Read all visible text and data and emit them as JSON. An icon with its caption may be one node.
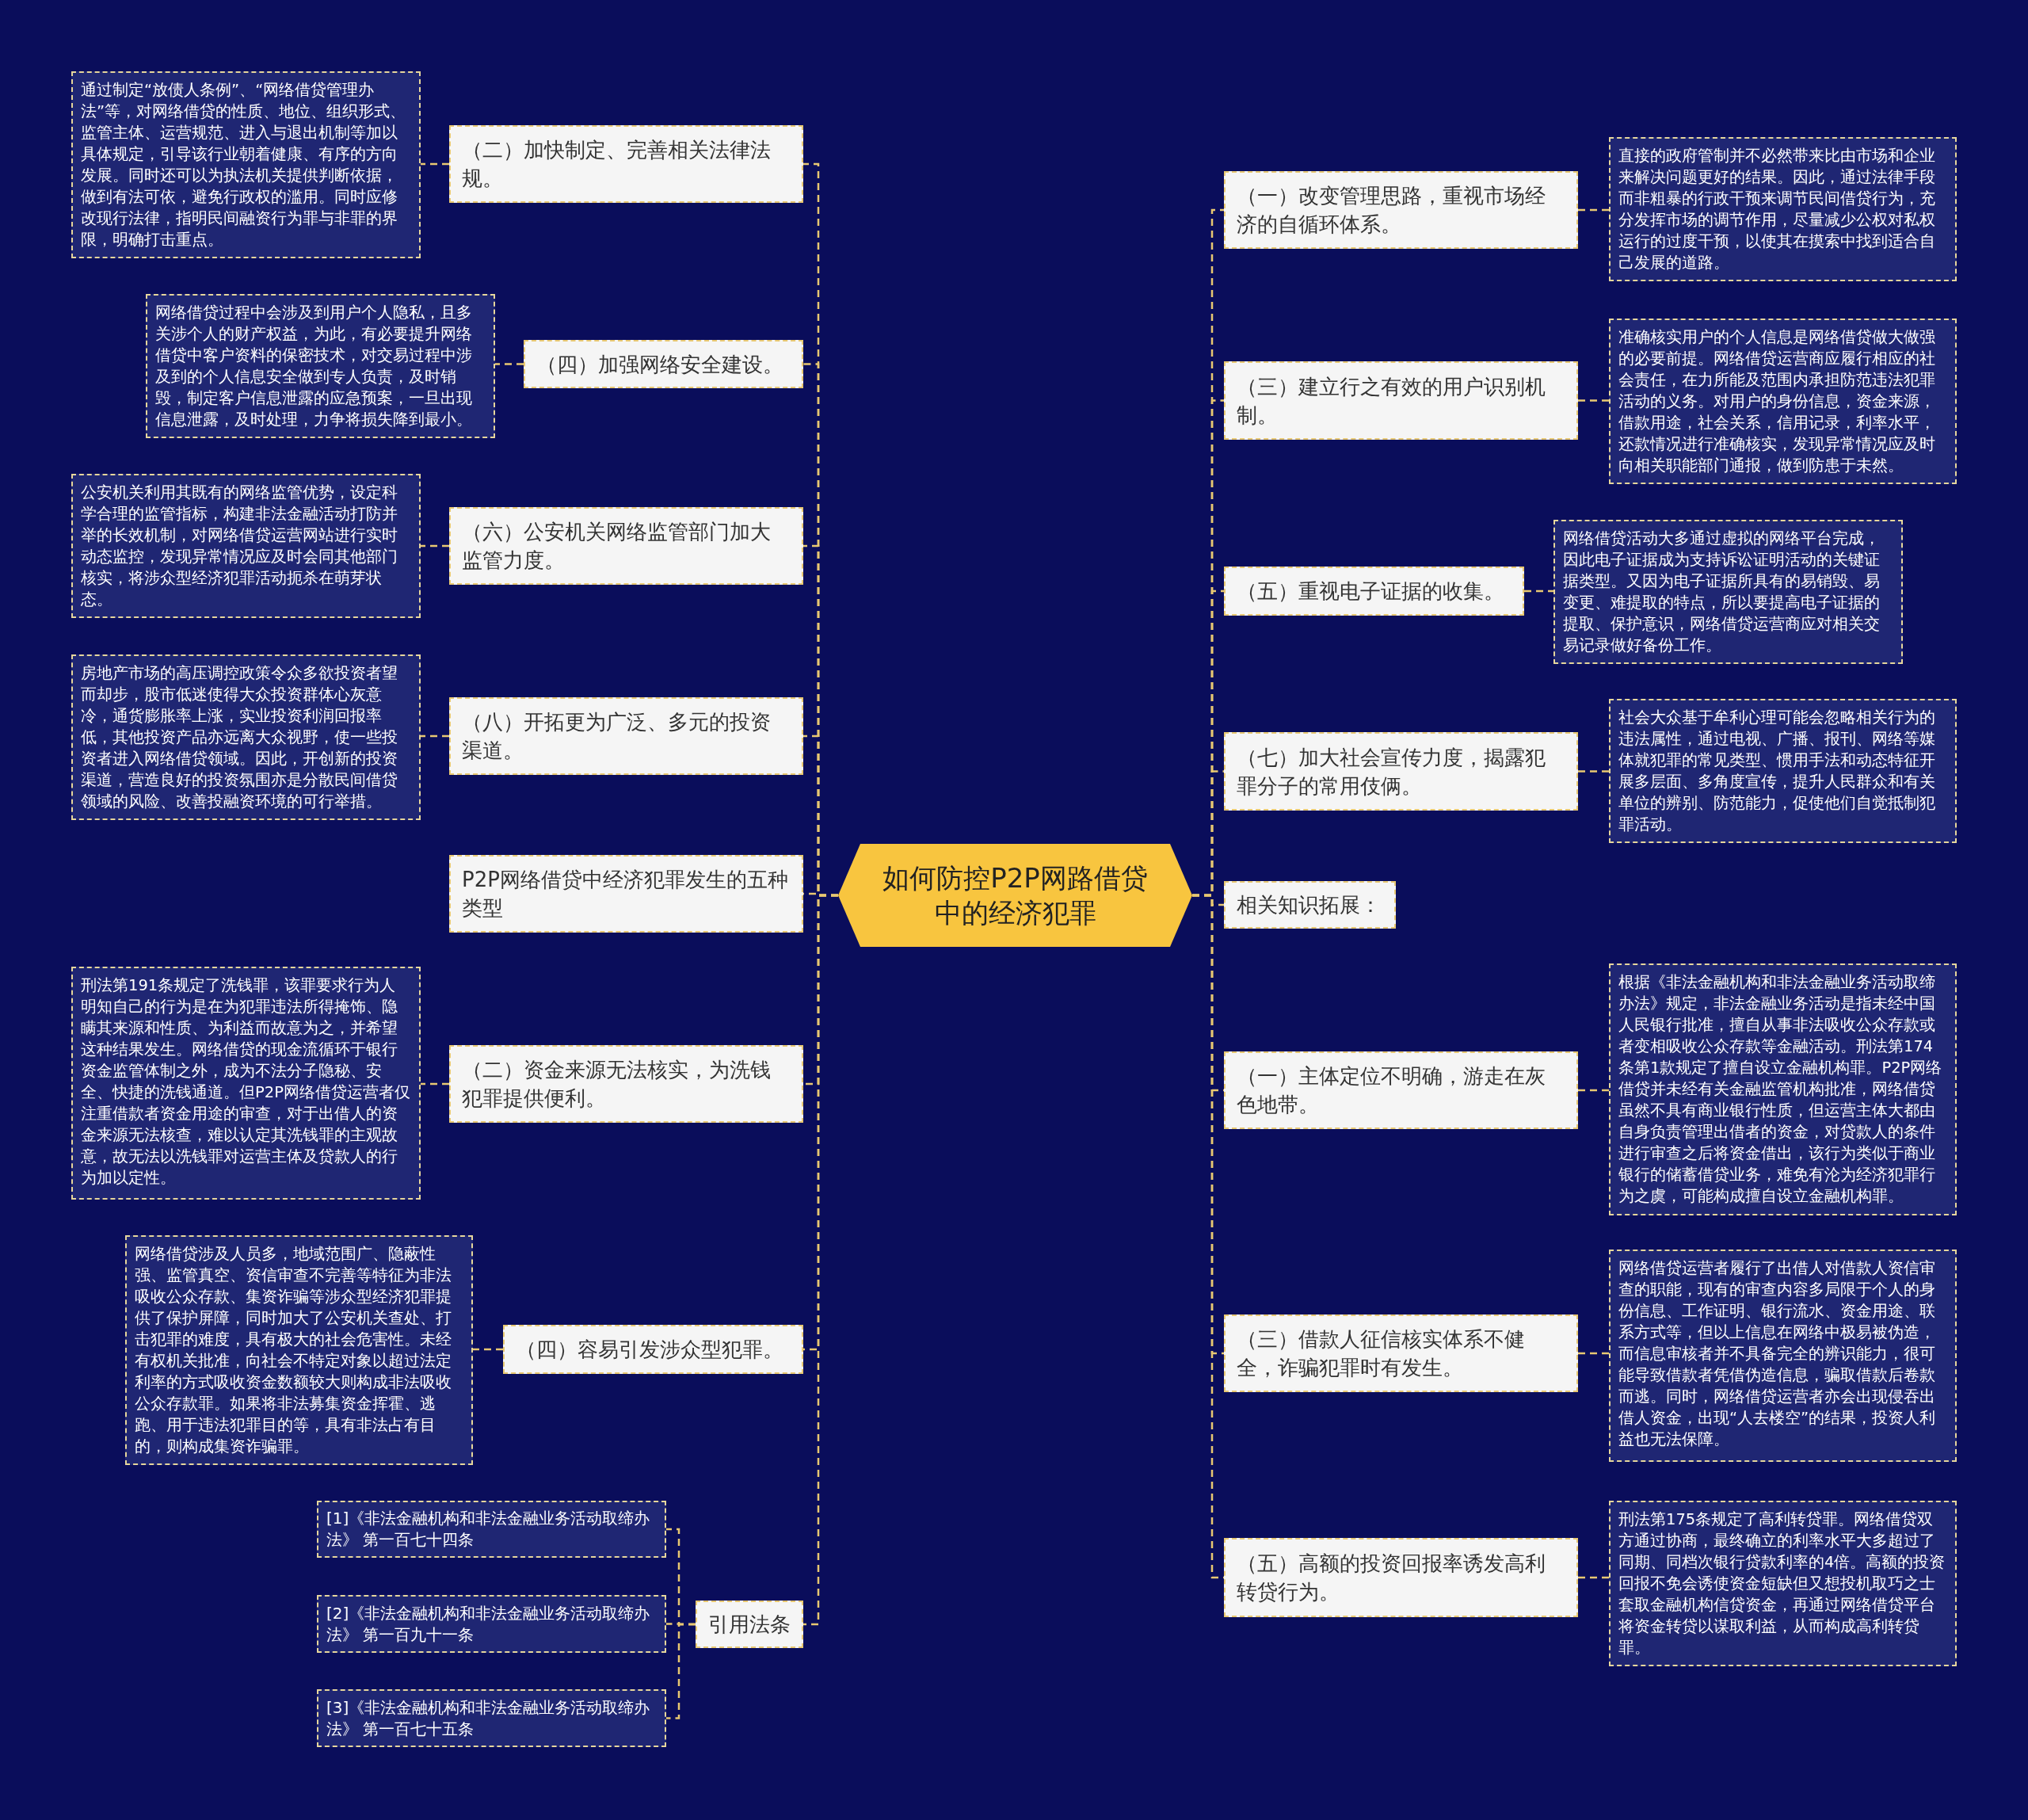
{
  "diagram": {
    "nodes": [
      {
        "text": [
          "如何防控P2P网路借贷中的经济犯罪"
        ]
      },
      {
        "text": [
          "（二）加快制定、完善相关法律法规。"
        ]
      },
      {
        "text": [
          "通过制定“放债人条例”、“网络借贷管理办法”等，对网络借贷的性质、地位、组织形式、监管主体、运营规范、进入与退出机制等加以具体规定，引导该行业朝着健康、有序的方向发展。同时还可以为执法机关提供判断依据，做到有法可依，避免行政权的滥用。同时应修改现行法律，指明民间融资行为罪与非罪的界限，明确打击重点。"
        ]
      },
      {
        "text": [
          "（四）加强网络安全建设。"
        ]
      },
      {
        "text": [
          "网络借贷过程中会涉及到用户个人隐私，且多关涉个人的财产权益，为此，有必要提升网络借贷中客户资料的保密技术，对交易过程中涉及到的个人信息安全做到专人负责，及时销毁，制定客户信息泄露的应急预案，一旦出现信息泄露，及时处理，力争将损失降到最小。"
        ]
      },
      {
        "text": [
          "（六）公安机关网络监管部门加大监管力度。"
        ]
      },
      {
        "text": [
          "公安机关利用其既有的网络监管优势，设定科学合理的监管指标，构建非法金融活动打防并举的长效机制，对网络借贷运营网站进行实时动态监控，发现异常情况应及时会同其他部门核实，将涉众型经济犯罪活动扼杀在萌芽状态。"
        ]
      },
      {
        "text": [
          "（八）开拓更为广泛、多元的投资渠道。"
        ]
      },
      {
        "text": [
          "房地产市场的高压调控政策令众多欲投资者望而却步，股市低迷使得大众投资群体心灰意冷，通货膨胀率上涨，实业投资利润回报率低，其他投资产品亦远离大众视野，使一些投资者进入网络借贷领域。因此，开创新的投资渠道，营造良好的投资氛围亦是分散民间借贷领域的风险、改善投融资环境的可行举措。"
        ]
      },
      {
        "text": [
          "P2P网络借贷中经济犯罪发生的五种类型"
        ]
      },
      {
        "text": [
          "（二）资金来源无法核实，为洗钱犯罪提供便利。"
        ]
      },
      {
        "text": [
          "刑法第191条规定了洗钱罪，该罪要求行为人明知自己的行为是在为犯罪违法所得掩饰、隐瞒其来源和性质、为利益而故意为之，并希望这种结果发生。网络借贷的现金流循环于银行资金监管体制之外，成为不法分子隐秘、安全、快捷的洗钱通道。但P2P网络借贷运营者仅注重借款者资金用途的审查，对于出借人的资金来源无法核查，难以认定其洗钱罪的主观故意，故无法以洗钱罪对运营主体及贷款人的行为加以定性。"
        ]
      },
      {
        "text": [
          "（四）容易引发涉众型犯罪。"
        ]
      },
      {
        "text": [
          "网络借贷涉及人员多，地域范围广、隐蔽性强、监管真空、资信审查不完善等特征为非法吸收公众存款、集资诈骗等涉众型经济犯罪提供了保护屏障，同时加大了公安机关查处、打击犯罪的难度，具有极大的社会危害性。未经有权机关批准，向社会不特定对象以超过法定利率的方式吸收资金数额较大则构成非法吸收公众存款罪。如果将非法募集资金挥霍、逃跑、用于违法犯罪目的等，具有非法占有目的，则构成集资诈骗罪。"
        ]
      },
      {
        "text": [
          "引用法条"
        ]
      },
      {
        "text": [
          "[1]《非法金融机构和非法金融业务活动取缔办法》 第一百七十四条"
        ]
      },
      {
        "text": [
          "[2]《非法金融机构和非法金融业务活动取缔办法》 第一百九十一条"
        ]
      },
      {
        "text": [
          "[3]《非法金融机构和非法金融业务活动取缔办法》 第一百七十五条"
        ]
      },
      {
        "text": [
          "（一）改变管理思路，重视市场经济的自循环体系。"
        ]
      },
      {
        "text": [
          "直接的政府管制并不必然带来比由市场和企业来解决问题更好的结果。因此，通过法律手段而非粗暴的行政干预来调节民间借贷行为，充分发挥市场的调节作用，尽量减少公权对私权运行的过度干预，以使其在摸索中找到适合自己发展的道路。"
        ]
      },
      {
        "text": [
          "（三）建立行之有效的用户识别机制。"
        ]
      },
      {
        "text": [
          "准确核实用户的个人信息是网络借贷做大做强的必要前提。网络借贷运营商应履行相应的社会责任，在力所能及范围内承担防范违法犯罪活动的义务。对用户的身份信息，资金来源，借款用途，社会关系，信用记录，利率水平，还款情况进行准确核实，发现异常情况应及时向相关职能部门通报，做到防患于未然。"
        ]
      },
      {
        "text": [
          "（五）重视电子证据的收集。"
        ]
      },
      {
        "text": [
          "网络借贷活动大多通过虚拟的网络平台完成，因此电子证据成为支持诉讼证明活动的关键证据类型。又因为电子证据所具有的易销毁、易变更、难提取的特点，所以要提高电子证据的提取、保护意识，网络借贷运营商应对相关交易记录做好备份工作。"
        ]
      },
      {
        "text": [
          "（七）加大社会宣传力度，揭露犯罪分子的常用伎俩。"
        ]
      },
      {
        "text": [
          "社会大众基于牟利心理可能会忽略相关行为的违法属性，通过电视、广播、报刊、网络等媒体就犯罪的常见类型、惯用手法和动态特征开展多层面、多角度宣传，提升人民群众和有关单位的辨别、防范能力，促使他们自觉抵制犯罪活动。"
        ]
      },
      {
        "text": [
          "相关知识拓展："
        ]
      },
      {
        "text": [
          "（一）主体定位不明确，游走在灰色地带。"
        ]
      },
      {
        "text": [
          "根据《非法金融机构和非法金融业务活动取缔办法》规定，非法金融业务活动是指未经中国人民银行批准，擅自从事非法吸收公众存款或者变相吸收公众存款等金融活动。刑法第174条第1款规定了擅自设立金融机构罪。P2P网络借贷并未经有关金融监管机构批准，网络借贷虽然不具有商业银行性质，但运营主体大都由自身负责管理出借者的资金，对贷款人的条件进行审查之后将资金借出，该行为类似于商业银行的储蓄借贷业务，难免有沦为经济犯罪行为之虞，可能构成擅自设立金融机构罪。"
        ]
      },
      {
        "text": [
          "（三）借款人征信核实体系不健全，诈骗犯罪时有发生。"
        ]
      },
      {
        "text": [
          "网络借贷运营者履行了出借人对借款人资信审查的职能，现有的审查内容多局限于个人的身份信息、工作证明、银行流水、资金用途、联系方式等，但以上信息在网络中极易被伪造，而信息审核者并不具备完全的辨识能力，很可能导致借款者凭借伪造信息，骗取借款后卷款而逃。同时，网络借贷运营者亦会出现侵吞出借人资金，出现“人去楼空”的结果，投资人利益也无法保障。"
        ]
      },
      {
        "text": [
          "（五）高额的投资回报率诱发高利转贷行为。"
        ]
      },
      {
        "text": [
          "刑法第175条规定了高利转贷罪。网络借贷双方通过协商，最终确立的利率水平大多超过了同期、同档次银行贷款利率的4倍。高额的投资回报不免会诱使资金短缺但又想投机取巧之士套取金融机构信贷资金，再通过网络借贷平台将资金转贷以谋取利益，从而构成高利转贷罪。"
        ]
      }
    ],
    "edges": [
      {
        "from": 0,
        "to": 1,
        "arrow": "none"
      },
      {
        "from": 1,
        "to": 2,
        "arrow": "none"
      },
      {
        "from": 0,
        "to": 3,
        "arrow": "none"
      },
      {
        "from": 3,
        "to": 4,
        "arrow": "none"
      },
      {
        "from": 0,
        "to": 5,
        "arrow": "none"
      },
      {
        "from": 5,
        "to": 6,
        "arrow": "none"
      },
      {
        "from": 0,
        "to": 7,
        "arrow": "none"
      },
      {
        "from": 7,
        "to": 8,
        "arrow": "none"
      },
      {
        "from": 0,
        "to": 9,
        "arrow": "none"
      },
      {
        "from": 0,
        "to": 10,
        "arrow": "none"
      },
      {
        "from": 10,
        "to": 11,
        "arrow": "none"
      },
      {
        "from": 0,
        "to": 12,
        "arrow": "none"
      },
      {
        "from": 12,
        "to": 13,
        "arrow": "none"
      },
      {
        "from": 0,
        "to": 14,
        "arrow": "none"
      },
      {
        "from": 14,
        "to": 15,
        "arrow": "none"
      },
      {
        "from": 14,
        "to": 16,
        "arrow": "none"
      },
      {
        "from": 14,
        "to": 17,
        "arrow": "none"
      },
      {
        "from": 0,
        "to": 18,
        "arrow": "none"
      },
      {
        "from": 18,
        "to": 19,
        "arrow": "none"
      },
      {
        "from": 0,
        "to": 20,
        "arrow": "none"
      },
      {
        "from": 20,
        "to": 21,
        "arrow": "none"
      },
      {
        "from": 0,
        "to": 22,
        "arrow": "none"
      },
      {
        "from": 22,
        "to": 23,
        "arrow": "none"
      },
      {
        "from": 0,
        "to": 24,
        "arrow": "none"
      },
      {
        "from": 24,
        "to": 25,
        "arrow": "none"
      },
      {
        "from": 0,
        "to": 26,
        "arrow": "none"
      },
      {
        "from": 0,
        "to": 27,
        "arrow": "none"
      },
      {
        "from": 27,
        "to": 28,
        "arrow": "none"
      },
      {
        "from": 0,
        "to": 29,
        "arrow": "none"
      },
      {
        "from": 29,
        "to": 30,
        "arrow": "none"
      },
      {
        "from": 0,
        "to": 31,
        "arrow": "none"
      },
      {
        "from": 31,
        "to": 32,
        "arrow": "none"
      }
    ]
  }
}
